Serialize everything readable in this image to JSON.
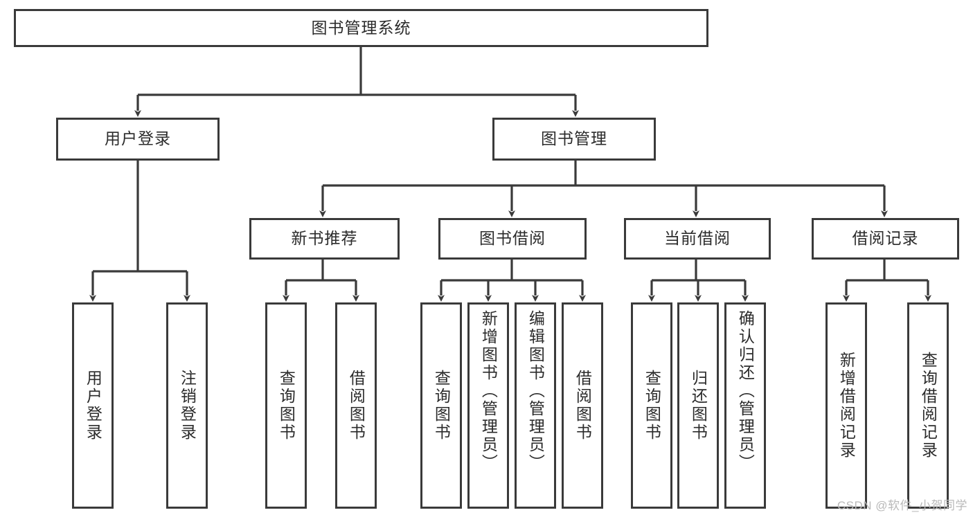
{
  "diagram": {
    "title": "图书管理系统",
    "type": "tree",
    "root": {
      "label": "图书管理系统"
    },
    "level1": [
      {
        "id": "user-login",
        "label": "用户登录"
      },
      {
        "id": "book-manage",
        "label": "图书管理"
      }
    ],
    "level2": [
      {
        "id": "new-book-recommend",
        "label": "新书推荐",
        "parent": "book-manage"
      },
      {
        "id": "book-borrow",
        "label": "图书借阅",
        "parent": "book-manage"
      },
      {
        "id": "current-borrow",
        "label": "当前借阅",
        "parent": "book-manage"
      },
      {
        "id": "borrow-record",
        "label": "借阅记录",
        "parent": "book-manage"
      }
    ],
    "leaves": [
      {
        "id": "leaf-user-login",
        "label": "用户登录",
        "parent": "user-login"
      },
      {
        "id": "leaf-logout",
        "label": "注销登录",
        "parent": "user-login"
      },
      {
        "id": "leaf-query-book-1",
        "label": "查询图书",
        "parent": "new-book-recommend"
      },
      {
        "id": "leaf-borrow-book-1",
        "label": "借阅图书",
        "parent": "new-book-recommend"
      },
      {
        "id": "leaf-query-book-2",
        "label": "查询图书",
        "parent": "book-borrow"
      },
      {
        "id": "leaf-add-book",
        "label": "新增图书（管理员）",
        "parent": "book-borrow"
      },
      {
        "id": "leaf-edit-book",
        "label": "编辑图书（管理员）",
        "parent": "book-borrow"
      },
      {
        "id": "leaf-borrow-book-2",
        "label": "借阅图书",
        "parent": "book-borrow"
      },
      {
        "id": "leaf-query-book-3",
        "label": "查询图书",
        "parent": "current-borrow"
      },
      {
        "id": "leaf-return-book",
        "label": "归还图书",
        "parent": "current-borrow"
      },
      {
        "id": "leaf-confirm-return",
        "label": "确认归还（管理员）",
        "parent": "current-borrow"
      },
      {
        "id": "leaf-add-record",
        "label": "新增借阅记录",
        "parent": "borrow-record"
      },
      {
        "id": "leaf-query-record",
        "label": "查询借阅记录",
        "parent": "borrow-record"
      }
    ],
    "colors": {
      "stroke": "#3a3a3a",
      "background": "#ffffff",
      "text": "#2b2b2b",
      "watermark": "#b9b9b9"
    }
  },
  "watermark": {
    "text": "CSDN @软件_小贺同学"
  }
}
